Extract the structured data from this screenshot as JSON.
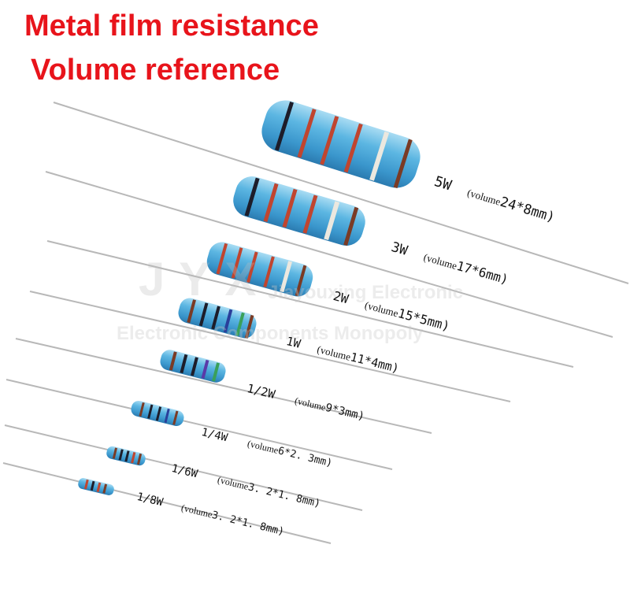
{
  "title": {
    "line1": "Metal film resistance",
    "line2": "Volume reference"
  },
  "watermark": {
    "logo": "JYX",
    "line1": "Jiayouxing Electronic",
    "line2": "Electronic Components Monopoly"
  },
  "resistors": [
    {
      "power": "5W",
      "vol_prefix": "(volume",
      "dims": "24*8mm)"
    },
    {
      "power": "3W",
      "vol_prefix": "(volume",
      "dims": "17*6mm)"
    },
    {
      "power": "2W",
      "vol_prefix": "(volume",
      "dims": "15*5mm)"
    },
    {
      "power": "1W",
      "vol_prefix": "(volume",
      "dims": "11*4mm)"
    },
    {
      "power": "1/2W",
      "vol_prefix": "(volume",
      "dims": "9*3mm)"
    },
    {
      "power": "1/4W",
      "vol_prefix": "(volume",
      "dims": "6*2. 3mm)"
    },
    {
      "power": "1/6W",
      "vol_prefix": "(volume",
      "dims": "3. 2*1. 8mm)"
    },
    {
      "power": "1/8W",
      "vol_prefix": "(volume",
      "dims": "3. 2*1. 8mm)"
    }
  ],
  "colors": {
    "title": "#e8141b",
    "body_blue": "#5bb4e0",
    "lead": "#b8b8b8"
  }
}
